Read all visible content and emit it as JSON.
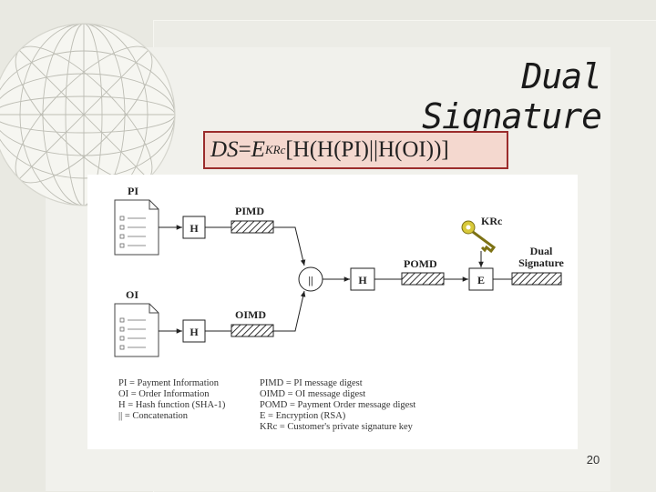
{
  "slide": {
    "title": "Dual Signature",
    "page_number": "20"
  },
  "formula": {
    "lhs": "DS",
    "eq": " = ",
    "e": "E",
    "key_sub": "KRc",
    "rhs": " [H(H(PI)||H(OI))]"
  },
  "diagram": {
    "doc_pi": "PI",
    "doc_oi": "OI",
    "hash": "H",
    "pimd": "PIMD",
    "oimd": "OIMD",
    "concat": "||",
    "pomd": "POMD",
    "encrypt": "E",
    "key": "KRc",
    "dual_sig_line1": "Dual",
    "dual_sig_line2": "Signature"
  },
  "legend": {
    "left": [
      "PI  = Payment Information",
      "OI  = Order Information",
      "H   = Hash function (SHA-1)",
      "||   = Concatenation"
    ],
    "right": [
      "PIMD  = PI message digest",
      "OIMD  = OI message digest",
      "POMD  = Payment Order message digest",
      "E        = Encryption (RSA)",
      "KRc     = Customer's private signature key"
    ]
  },
  "colors": {
    "formula_bg": "#f4d8cf",
    "formula_border": "#9b2c2c",
    "key": "#c9b82e"
  }
}
